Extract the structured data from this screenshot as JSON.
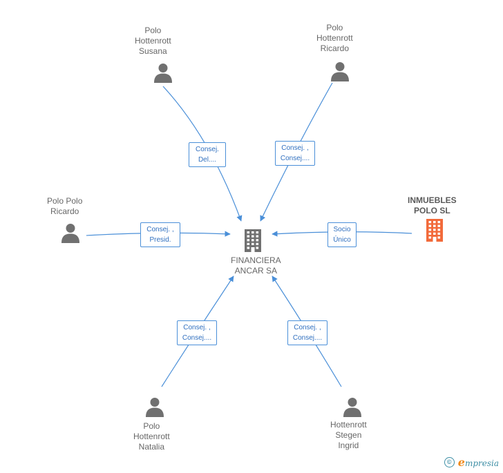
{
  "center": {
    "name_lines": [
      "FINANCIERA",
      "ANCAR SA"
    ],
    "icon": "building-icon",
    "color": "#707070"
  },
  "nodes": [
    {
      "id": "susana",
      "type": "person",
      "name_lines": [
        "Polo",
        "Hottenrott",
        "Susana"
      ],
      "icon": "person-icon"
    },
    {
      "id": "ricardo-h",
      "type": "person",
      "name_lines": [
        "Polo",
        "Hottenrott",
        "Ricardo"
      ],
      "icon": "person-icon"
    },
    {
      "id": "ricardo-pp",
      "type": "person",
      "name_lines": [
        "Polo Polo",
        "Ricardo"
      ],
      "icon": "person-icon"
    },
    {
      "id": "inmuebles",
      "type": "company",
      "name_lines": [
        "INMUEBLES",
        "POLO SL"
      ],
      "icon": "building-icon",
      "color": "#f26a3a"
    },
    {
      "id": "natalia",
      "type": "person",
      "name_lines": [
        "Polo",
        "Hottenrott",
        "Natalia"
      ],
      "icon": "person-icon"
    },
    {
      "id": "ingrid",
      "type": "person",
      "name_lines": [
        "Hottenrott",
        "Stegen",
        "Ingrid"
      ],
      "icon": "person-icon"
    }
  ],
  "relations": [
    {
      "from": "susana",
      "label_lines": [
        "Consej.",
        "Del...."
      ]
    },
    {
      "from": "ricardo-h",
      "label_lines": [
        "Consej. ,",
        "Consej...."
      ]
    },
    {
      "from": "ricardo-pp",
      "label_lines": [
        "Consej. ,",
        "Presid."
      ]
    },
    {
      "from": "inmuebles",
      "label_lines": [
        "Socio",
        "Único"
      ]
    },
    {
      "from": "natalia",
      "label_lines": [
        "Consej. ,",
        "Consej...."
      ]
    },
    {
      "from": "ingrid",
      "label_lines": [
        "Consej. ,",
        "Consej...."
      ]
    }
  ],
  "colors": {
    "edge": "#4a8fd8",
    "person_icon": "#707070"
  },
  "footer": {
    "copyright_symbol": "©",
    "brand_initial": "e",
    "brand_rest": "mpresia"
  }
}
